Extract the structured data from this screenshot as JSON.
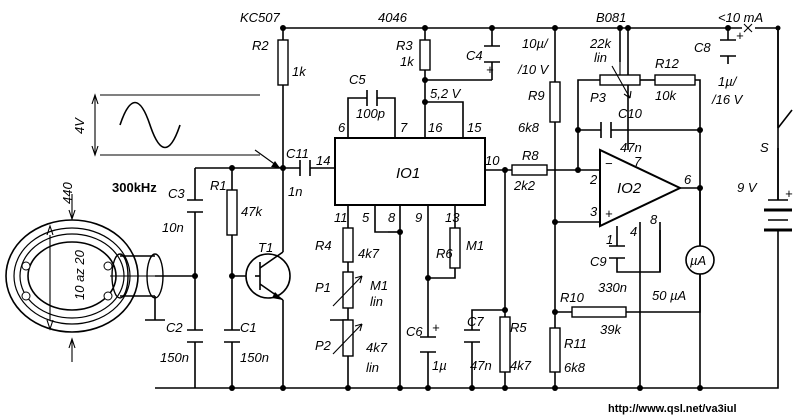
{
  "labels": {
    "kc507": "KC507",
    "ic4046": "4046",
    "b081": "B081",
    "current": "<10 mA",
    "freq": "300kHz",
    "amplitude": "4V",
    "loop_outer": "440",
    "loop_inner": "10 az 20",
    "url": "http://www.qsl.net/va3iul",
    "v52": "5,2 V",
    "battery": "9 V",
    "switch": "S",
    "meter_unit": "µA",
    "plus": "+",
    "minus": "−"
  },
  "ic1": {
    "name": "IO1",
    "pins": {
      "p6": "6",
      "p7": "7",
      "p16": "16",
      "p15": "15",
      "p14": "14",
      "p10": "10",
      "p11": "11",
      "p5": "5",
      "p8": "8",
      "p9": "9",
      "p13": "13"
    }
  },
  "ic2": {
    "name": "IO2",
    "pins": {
      "p2": "2",
      "p3": "3",
      "p7": "7",
      "p6": "6",
      "p1": "1",
      "p4": "4",
      "p8": "8"
    }
  },
  "components": {
    "R1": "R1",
    "R1v": "47k",
    "R2": "R2",
    "R2v": "1k",
    "R3": "R3",
    "R3v": "1k",
    "R4": "R4",
    "R4v": "4k7",
    "R5": "R5",
    "R5v": "4k7",
    "R6": "R6",
    "R6v": "M1",
    "R8": "R8",
    "R8v": "2k2",
    "R9": "R9",
    "R9v": "6k8",
    "R10": "R10",
    "R10v": "39k",
    "R11": "R11",
    "R11v": "6k8",
    "R12": "R12",
    "R12v": "10k",
    "P1": "P1",
    "P1v": "M1",
    "P1t": "lin",
    "P2": "P2",
    "P2v": "4k7",
    "P2t": "lin",
    "P3": "P3",
    "P3v": "22k",
    "P3t": "lin",
    "C1": "C1",
    "C1v": "150n",
    "C2": "C2",
    "C2v": "150n",
    "C3": "C3",
    "C3v": "10n",
    "C4": "C4",
    "C4v1": "10µ/",
    "C4v2": "/10 V",
    "C5": "C5",
    "C5v": "100p",
    "C6": "C6",
    "C6v": "1µ",
    "C7": "C7",
    "C7v": "47n",
    "C8": "C8",
    "C8v1": "1µ/",
    "C8v2": "/16 V",
    "C9": "C9",
    "C9v": "330n",
    "C10": "C10",
    "C10v": "47n",
    "C11": "C11",
    "C11v": "1n",
    "T1": "T1",
    "meter": "50 µA"
  }
}
